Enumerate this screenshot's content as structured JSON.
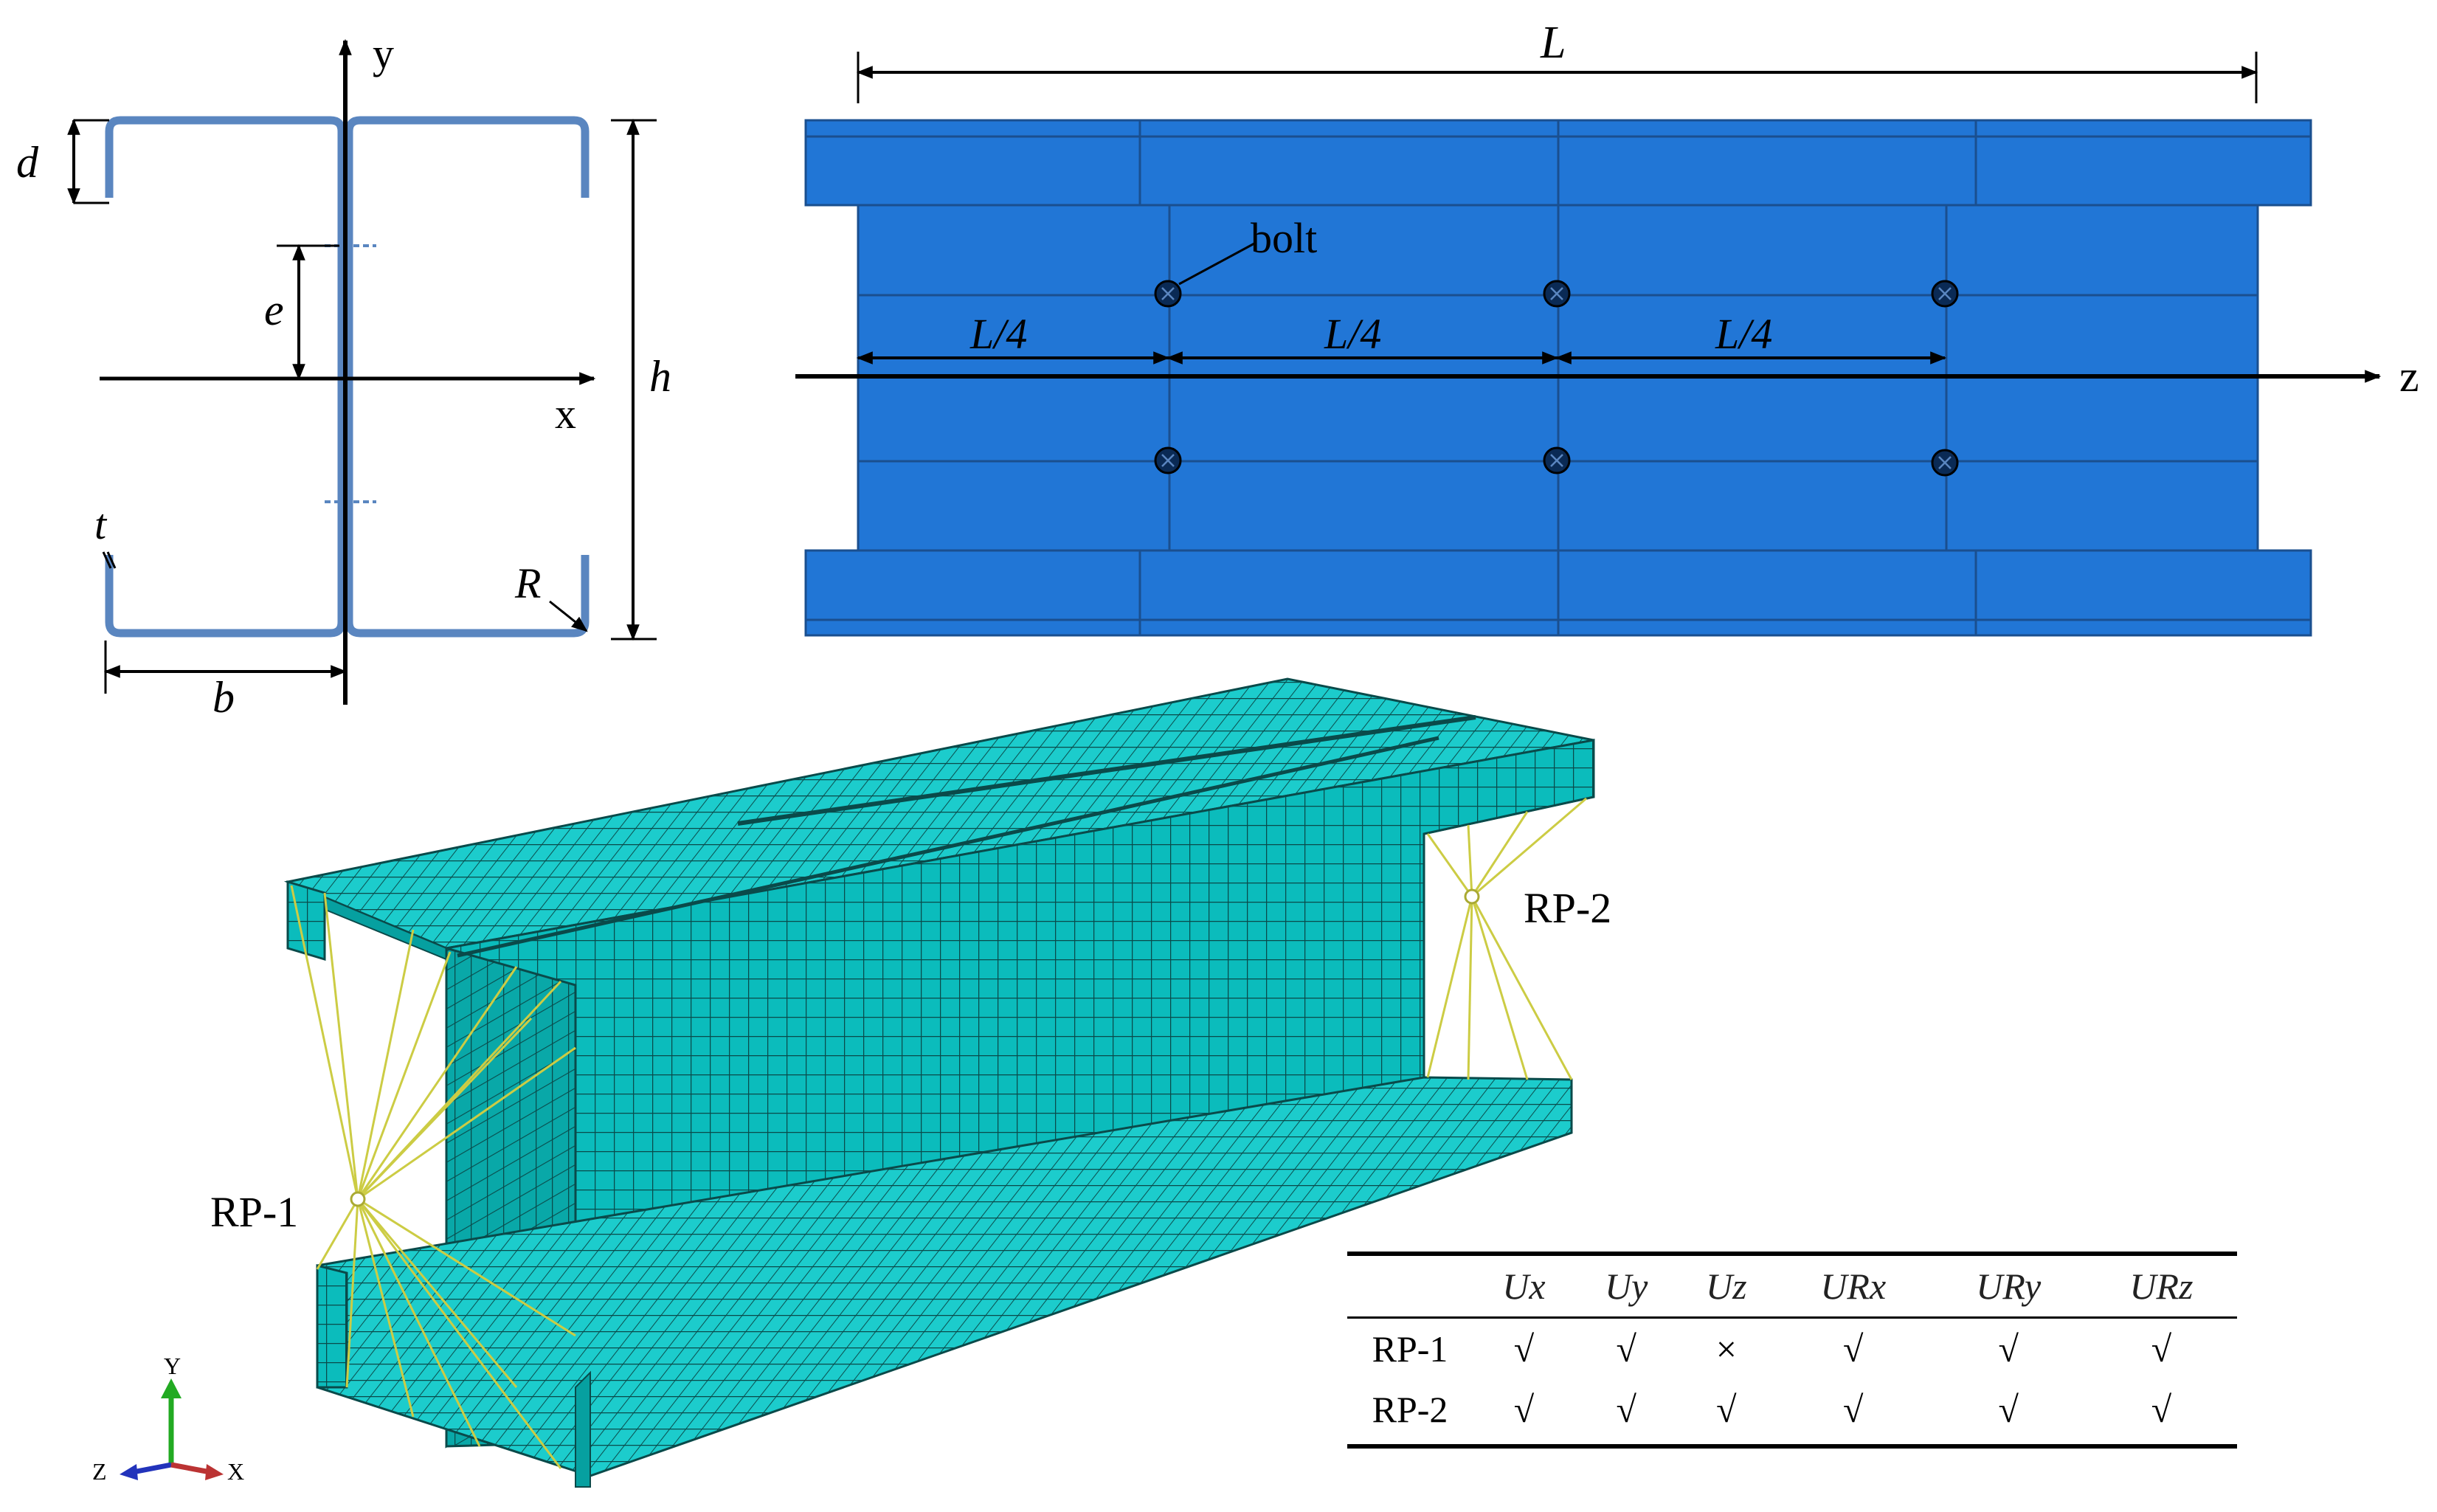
{
  "cross_section": {
    "axis_y": "y",
    "axis_x": "x",
    "dim_d": "d",
    "dim_e": "e",
    "dim_h": "h",
    "dim_t": "t",
    "dim_b": "b",
    "dim_R": "R"
  },
  "elevation": {
    "length_label": "L",
    "quarter_label": "L/4",
    "bolt_label": "bolt",
    "axis_z": "z"
  },
  "fe_model": {
    "rp1_label": "RP-1",
    "rp2_label": "RP-2",
    "triad_y": "Y",
    "triad_z": "Z",
    "triad_x": "X"
  },
  "boundary_table": {
    "headers": [
      "Ux",
      "Uy",
      "Uz",
      "URx",
      "URy",
      "URz"
    ],
    "rows": [
      {
        "label": "RP-1",
        "values": [
          "√",
          "√",
          "×",
          "√",
          "√",
          "√"
        ]
      },
      {
        "label": "RP-2",
        "values": [
          "√",
          "√",
          "√",
          "√",
          "√",
          "√"
        ]
      }
    ]
  },
  "colors": {
    "plate_blue": "#2176d6",
    "mesh_teal": "#00b8b8",
    "coupling_yellow": "#cccc44",
    "section_blue": "#5a86c0"
  }
}
